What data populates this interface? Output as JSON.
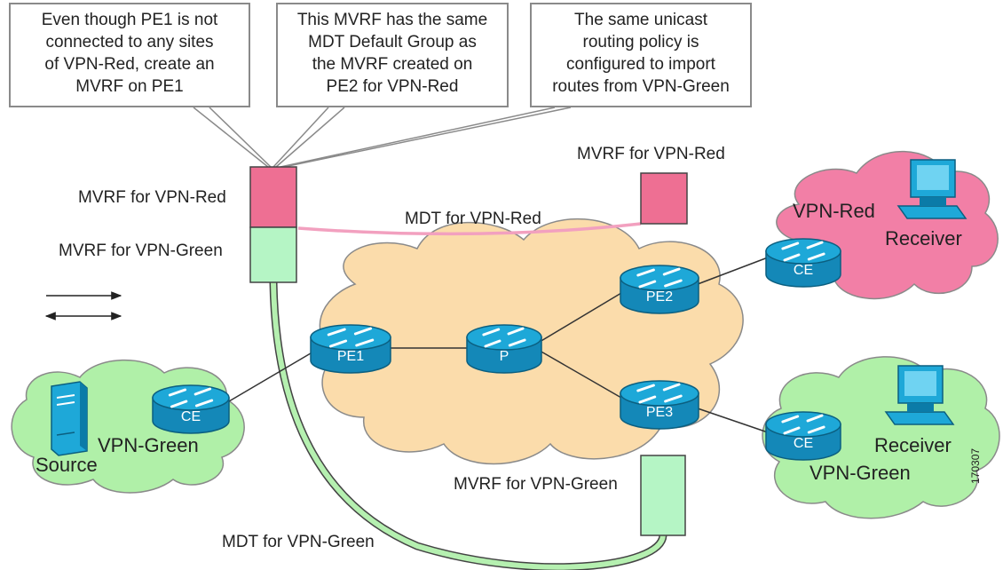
{
  "callouts": [
    [
      "Even though PE1 is not",
      "connected to any sites",
      "of VPN-Red, create an",
      "MVRF on PE1"
    ],
    [
      "This MVRF has the same",
      "MDT Default Group as",
      "the MVRF created on",
      "PE2 for VPN-Red"
    ],
    [
      "The same unicast",
      "routing policy is",
      "configured to import",
      "routes from VPN-Green"
    ]
  ],
  "labels": {
    "mvrf_red_pe1": "MVRF for VPN-Red",
    "mvrf_green_pe1": "MVRF for VPN-Green",
    "mvrf_red_pe2": "MVRF for VPN-Red",
    "mdt_red": "MDT for VPN-Red",
    "mvrf_green_pe3": "MVRF for VPN-Green",
    "mdt_green": "MDT for VPN-Green"
  },
  "clouds": {
    "vpn_red": "VPN-Red",
    "vpn_green_left": "VPN-Green",
    "vpn_green_right": "VPN-Green"
  },
  "hosts": {
    "source": "Source",
    "receiver_red": "Receiver",
    "receiver_green": "Receiver"
  },
  "routers": {
    "pe1": "PE1",
    "p": "P",
    "pe2": "PE2",
    "pe3": "PE3",
    "ce_red": "CE",
    "ce_left": "CE",
    "ce_right": "CE"
  },
  "figure_id": "170307",
  "colors": {
    "red_mvrf": "#ee6f93",
    "green_mvrf": "#b5f5c5",
    "core_cloud": "#fbdcab",
    "red_cloud": "#f27fa6",
    "green_cloud": "#b0f0a8",
    "router": "#1ea8d8",
    "mdt_red_line": "#f2a0bf",
    "mdt_green_line": "#b5f0b0"
  }
}
